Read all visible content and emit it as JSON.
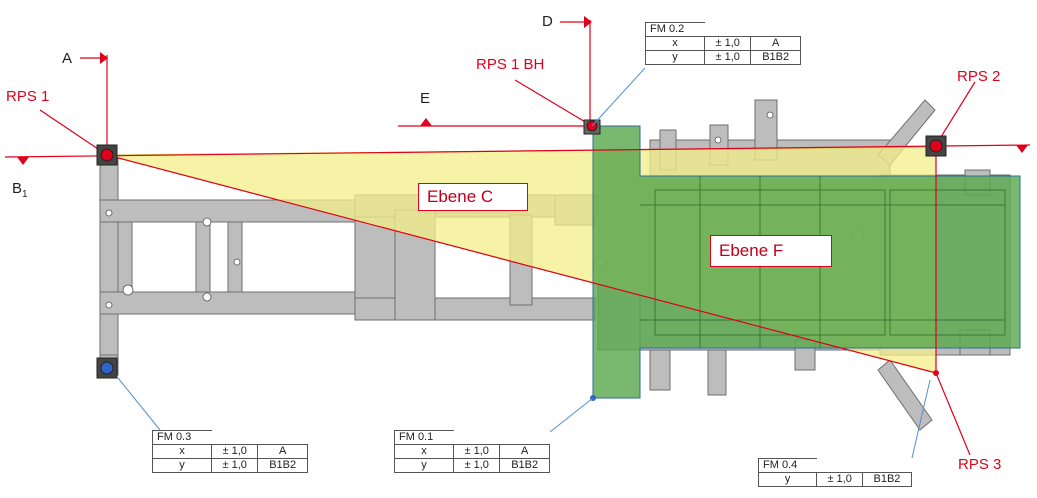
{
  "rps": {
    "rps1": "RPS 1",
    "rps1bh": "RPS 1 BH",
    "rps2": "RPS 2",
    "rps3": "RPS 3"
  },
  "datums": {
    "a": "A",
    "b1_main": "B",
    "b1_sub": "1",
    "d": "D",
    "e": "E"
  },
  "planes": {
    "c": "Ebene C",
    "f": "Ebene F"
  },
  "tables": {
    "fm02": {
      "title": "FM 0.2",
      "rows": [
        [
          "x",
          "± 1,0",
          "A"
        ],
        [
          "y",
          "± 1,0",
          "B1B2"
        ]
      ]
    },
    "fm03": {
      "title": "FM 0.3",
      "rows": [
        [
          "x",
          "± 1,0",
          "A"
        ],
        [
          "y",
          "± 1,0",
          "B1B2"
        ]
      ]
    },
    "fm01": {
      "title": "FM 0.1",
      "rows": [
        [
          "x",
          "± 1,0",
          "A"
        ],
        [
          "y",
          "± 1,0",
          "B1B2"
        ]
      ]
    },
    "fm04": {
      "title": "FM 0.4",
      "rows": [
        [
          "y",
          "± 1,0",
          "B1B2"
        ]
      ]
    }
  },
  "colors": {
    "plane_c": "#f3ef8a",
    "plane_f": "#5aa84f",
    "frame": "#b9b9b9",
    "reference_red": "#e0001a",
    "leader_blue": "#4f8fd8"
  }
}
